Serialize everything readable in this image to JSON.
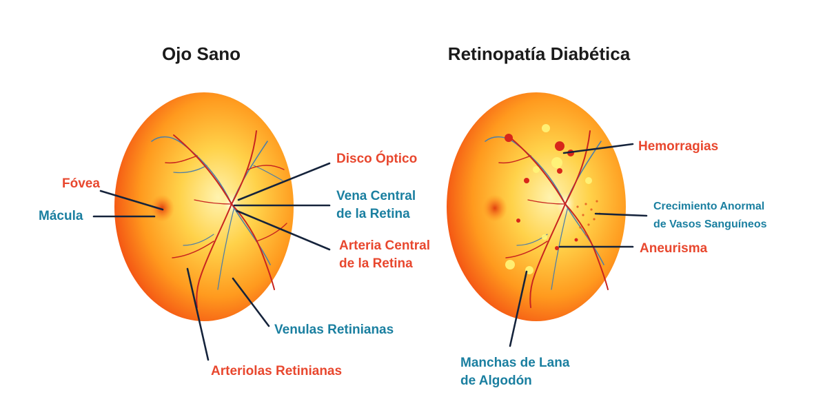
{
  "healthy_eye": {
    "title": "Ojo Sano",
    "labels": {
      "fovea": "Fóvea",
      "macula": "Mácula",
      "optic_disc": "Disco Óptico",
      "central_vein_l1": "Vena Central",
      "central_vein_l2": "de la Retina",
      "central_artery_l1": "Arteria Central",
      "central_artery_l2": "de la Retina",
      "venules": "Venulas Retinianas",
      "arterioles": "Arteriolas Retinianas"
    }
  },
  "diabetic_eye": {
    "title": "Retinopatía Diabética",
    "labels": {
      "hemorrhages": "Hemorragias",
      "neovascular_l1": "Crecimiento Anormal",
      "neovascular_l2": "de Vasos Sanguíneos",
      "aneurysm": "Aneurisma",
      "cotton_wool_l1": "Manchas de Lana",
      "cotton_wool_l2": "de Algodón"
    }
  },
  "colors": {
    "red_label": "#e8472e",
    "blue_label": "#1a7fa0",
    "leader_line": "#15233b",
    "retina_outer": "#f24a12",
    "retina_center": "#fff3b0"
  }
}
